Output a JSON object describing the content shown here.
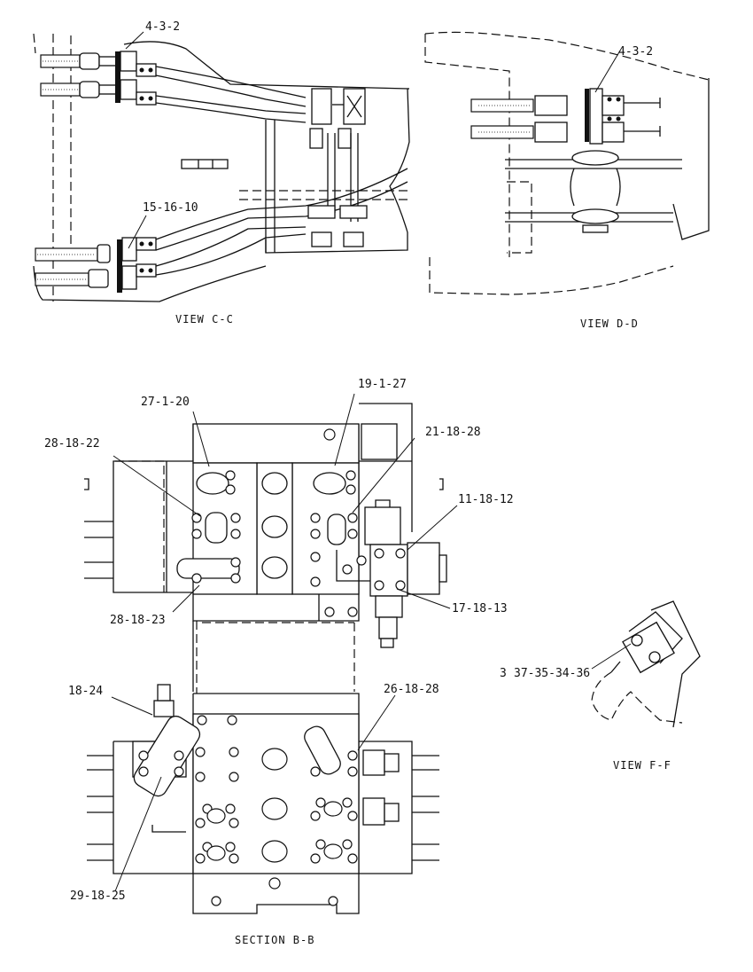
{
  "views": {
    "c_c": {
      "caption": "VIEW C-C",
      "callouts": [
        "4-3-2",
        "15-16-10"
      ]
    },
    "d_d": {
      "caption": "VIEW D-D",
      "callouts": [
        "4-3-2"
      ]
    },
    "f_f": {
      "caption": "VIEW F-F",
      "callouts": [
        "3",
        "37-35-34-36"
      ]
    },
    "section_b_b": {
      "caption": "SECTION B-B",
      "callouts": [
        "27-1-20",
        "19-1-27",
        "28-18-22",
        "21-18-28",
        "11-18-12",
        "28-18-23",
        "17-18-13",
        "18-24",
        "26-18-28",
        "29-18-25"
      ]
    }
  }
}
